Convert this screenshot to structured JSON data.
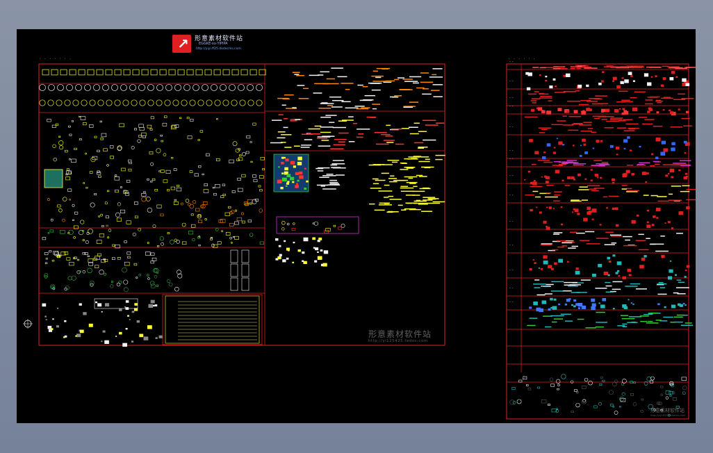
{
  "window": {
    "background": "#7f8b9f",
    "canvas_background": "#000000"
  },
  "logo": {
    "icon": "red-swoosh-logo-icon",
    "title": "形意素材软件站",
    "subtitle": "EGGKE·xx·YIPIPA",
    "url": "http://yiyi.ff25.dedecms.com"
  },
  "sheet_left": {
    "header": "· · · · · · ·",
    "watermark": "形意素材软件站",
    "watermark_url": "http://yi125425.tedoc.com"
  },
  "sheet_right": {
    "header": "· · · · · ·",
    "watermark": "形意素材软件站",
    "watermark_url": "http://yiyi.ff25.dedecms.com",
    "row_labels": [
      ". .",
      ". .",
      ". .",
      ". .",
      ". .",
      ". .",
      ". .",
      ". .",
      ". .",
      ". .",
      ". .",
      ". .",
      ". .",
      ". ."
    ]
  },
  "colors": {
    "frame_red": "#e02020",
    "cad_yellow": "#ffff33",
    "cad_white": "#f2f2f2",
    "cad_green": "#33cc33",
    "cad_cyan": "#22b8b8",
    "cad_orange": "#ff8800",
    "cad_magenta": "#cc33cc",
    "cad_blue": "#3366ff"
  },
  "ucs_icon": "ucs-compass-icon"
}
